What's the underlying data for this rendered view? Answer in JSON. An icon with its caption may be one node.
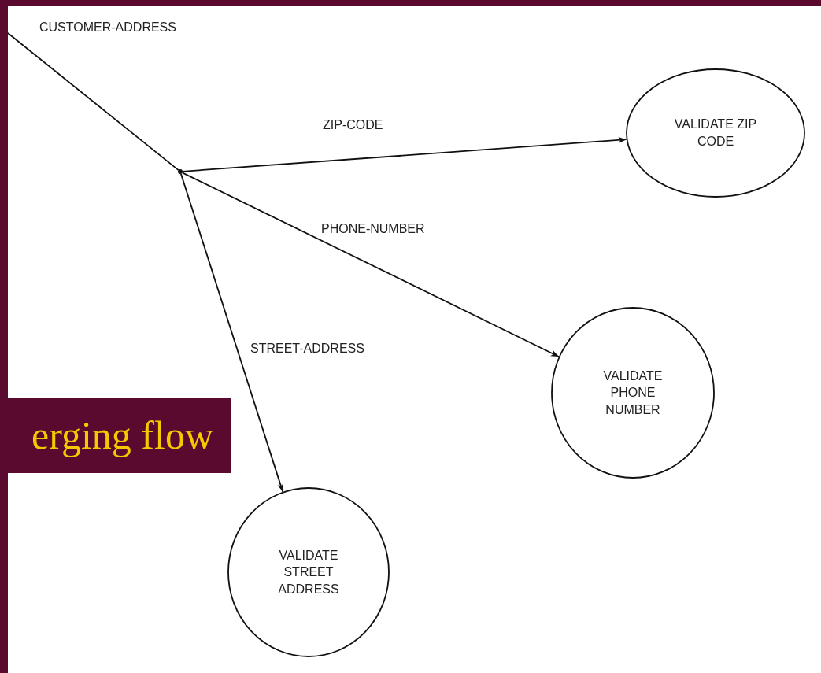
{
  "diagram": {
    "nodes": [
      {
        "text": [],
        "shape": "point"
      },
      {
        "text": [
          "VALIDATE ZIP CODE"
        ]
      },
      {
        "text": [
          "VALIDATE PHONE NUMBER"
        ]
      },
      {
        "text": [
          "VALIDATE STREET ADDRESS"
        ]
      }
    ],
    "edges": [
      {
        "from": null,
        "to": 0,
        "arrow": "none",
        "label": "CUSTOMER-ADDRESS"
      },
      {
        "from": 0,
        "to": 1,
        "arrow": "to",
        "label": "ZIP-CODE"
      },
      {
        "from": 0,
        "to": 2,
        "arrow": "to",
        "label": "PHONE-NUMBER"
      },
      {
        "from": 0,
        "to": 3,
        "arrow": "to",
        "label": "STREET-ADDRESS"
      }
    ],
    "labels": [
      "erging flow"
    ]
  }
}
